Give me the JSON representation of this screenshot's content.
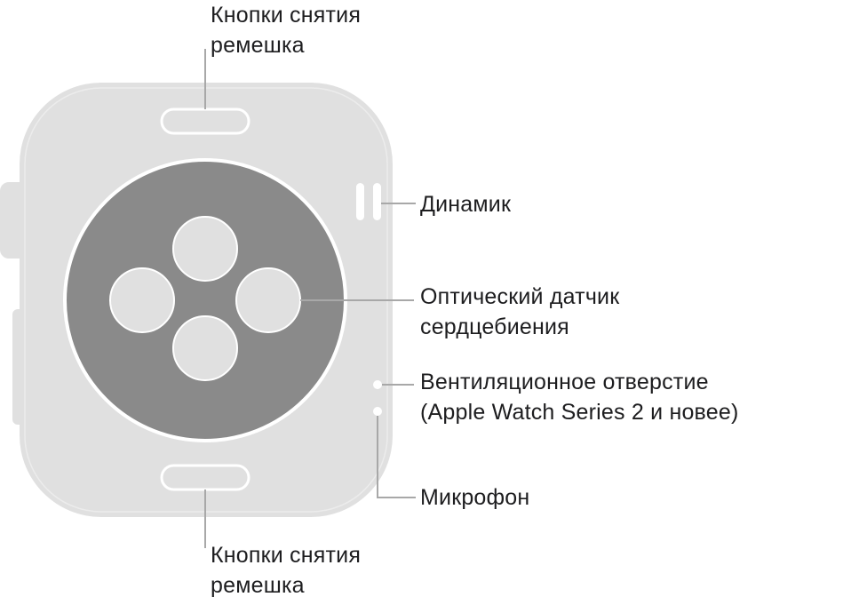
{
  "labels": {
    "band_release_top": [
      "Кнопки снятия",
      "ремешка"
    ],
    "speaker": [
      "Динамик"
    ],
    "heart_rate_sensor": [
      "Оптический датчик",
      "сердцебиения"
    ],
    "vent": [
      "Вентиляционное отверстие",
      "(Apple Watch Series 2 и новее)"
    ],
    "microphone": [
      "Микрофон"
    ],
    "band_release_bottom": [
      "Кнопки снятия",
      "ремешка"
    ]
  },
  "colors": {
    "case_fill": "#e0e0e0",
    "case_outline": "#ffffff",
    "sensor_disc": "#8a8a8a",
    "sensor_lens": "#e0e0e0",
    "leader_line": "#a8a8a8",
    "text": "#1d1d1f"
  }
}
